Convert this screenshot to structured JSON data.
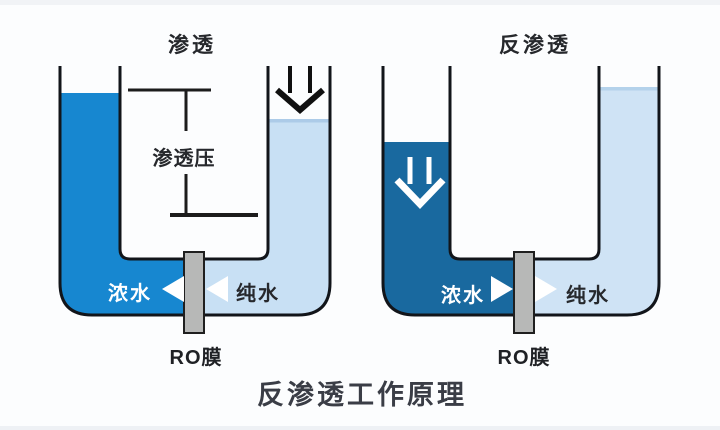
{
  "page": {
    "title": "反渗透工作原理"
  },
  "osmosis": {
    "heading": "渗透",
    "pressure_label": "渗透压",
    "concentrated_label": "浓水",
    "pure_label": "纯水",
    "membrane_label": "RO膜",
    "flow_direction": "right-to-left"
  },
  "reverse": {
    "heading": "反渗透",
    "concentrated_label": "浓水",
    "pure_label": "纯水",
    "membrane_label": "RO膜",
    "flow_direction": "left-to-right"
  },
  "icons": {
    "osmosis_inflow": "down-arrow-icon",
    "reverse_pressure": "down-arrow-icon",
    "osmosis_flow": "left-triangles-icon",
    "reverse_flow": "right-triangles-icon"
  },
  "colors": {
    "concentrated_water_osmosis": "#1787d0",
    "concentrated_water_reverse": "#19699f",
    "pure_water_osmosis": "#c8e0f4",
    "pure_water_reverse": "#cfe3f5",
    "membrane": "#b7b8b7",
    "tube_outline": "#12151a",
    "title_text": "#3a3d46"
  }
}
